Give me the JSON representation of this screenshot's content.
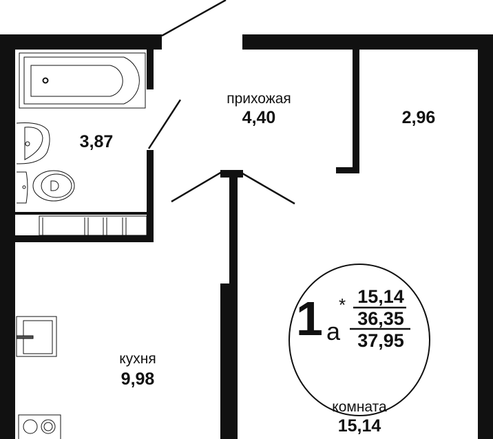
{
  "rooms": {
    "bathroom": {
      "area": "3,87"
    },
    "hallway": {
      "name": "прихожая",
      "area": "4,40"
    },
    "storage": {
      "area": "2,96"
    },
    "kitchen": {
      "name": "кухня",
      "area": "9,98"
    },
    "room": {
      "name": "комната",
      "area": "15,14"
    }
  },
  "badge": {
    "type_number": "1",
    "type_letter": "а",
    "asterisk": "*",
    "living_area": "15,14",
    "total_area": "36,35",
    "total_area_with_balcony": "37,95"
  },
  "colors": {
    "wall": "#111111",
    "background": "#ffffff"
  }
}
